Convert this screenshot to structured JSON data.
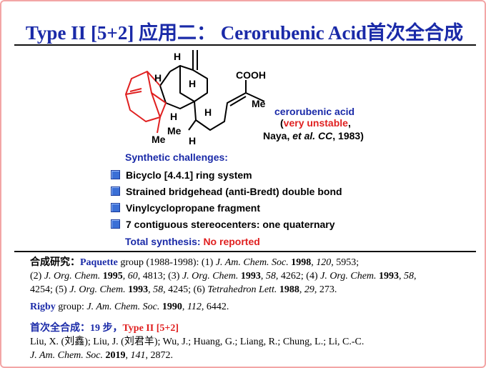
{
  "title": "Type II [5+2] 应用二： Cerorubenic Acid首次全合成",
  "molecule": {
    "labels": {
      "h_top": "H",
      "h_left": "H",
      "h_mid": "H",
      "h_center": "H",
      "h_right": "H",
      "h_bottom": "H",
      "me_left": "Me",
      "me_center": "Me",
      "me_right": "Me",
      "cooh": "COOH"
    },
    "name": "cerorubenic acid",
    "stability_open": "(",
    "stability": "very unstable",
    "stability_close": ",",
    "ref_authors": "Naya, ",
    "ref_etal": "et al. CC",
    "ref_year": ", 1983)"
  },
  "challenges": {
    "heading": "Synthetic challenges:",
    "items": [
      "Bicyclo [4.4.1] ring system",
      "Strained bridgehead (anti-Bredt) double bond",
      "Vinylcyclopropane fragment",
      "7 contiguous stereocenters: one quaternary"
    ],
    "total_label": "Total synthesis: ",
    "total_value": "No reported"
  },
  "references": {
    "studies_label": "合成研究：",
    "paquette_name": "Paquette",
    "paquette_rest": " group (1988-1998): (1) ",
    "p1_journal": "J. Am. Chem. Soc.",
    "p1_year": "1998",
    "p1_vol": "120",
    "p1_page": ", 5953;",
    "p2_prefix": "(2) ",
    "p2_journal": "J. Org. Chem.",
    "p2_year": "1995",
    "p2_vol": "60",
    "p2_page": ", 4813; (3) ",
    "p3_journal": "J. Org. Chem.",
    "p3_year": "1993",
    "p3_vol": "58",
    "p3_page": ", 4262; (4) ",
    "p4_journal": "J. Org. Chem.",
    "p4_year": "1993",
    "p4_vol": "58",
    "p4_page": ",",
    "p4_page2": "4254; (5) ",
    "p5_journal": "J. Org. Chem.",
    "p5_year": "1993",
    "p5_vol": "58",
    "p5_page": ", 4245; (6) ",
    "p6_journal": "Tetrahedron Lett.",
    "p6_year": "1988",
    "p6_vol": "29",
    "p6_page": ", 273.",
    "rigby_name": "Rigby",
    "rigby_rest": " group: ",
    "rigby_journal": "J. Am. Chem. Soc.",
    "rigby_year": "1990",
    "rigby_vol": "112",
    "rigby_page": ", 6442.",
    "first_label": "首次全合成：19 步，",
    "first_type": "Type II [5+2]",
    "authors": "Liu, X. (刘鑫); Liu, J. (刘君羊); Wu, J.; Huang, G.; Liang, R.; Chung, L.; Li, C.-C.",
    "final_journal": "J. Am. Chem. Soc.",
    "final_year": "2019",
    "final_vol": "141",
    "final_page": ", 2872."
  }
}
